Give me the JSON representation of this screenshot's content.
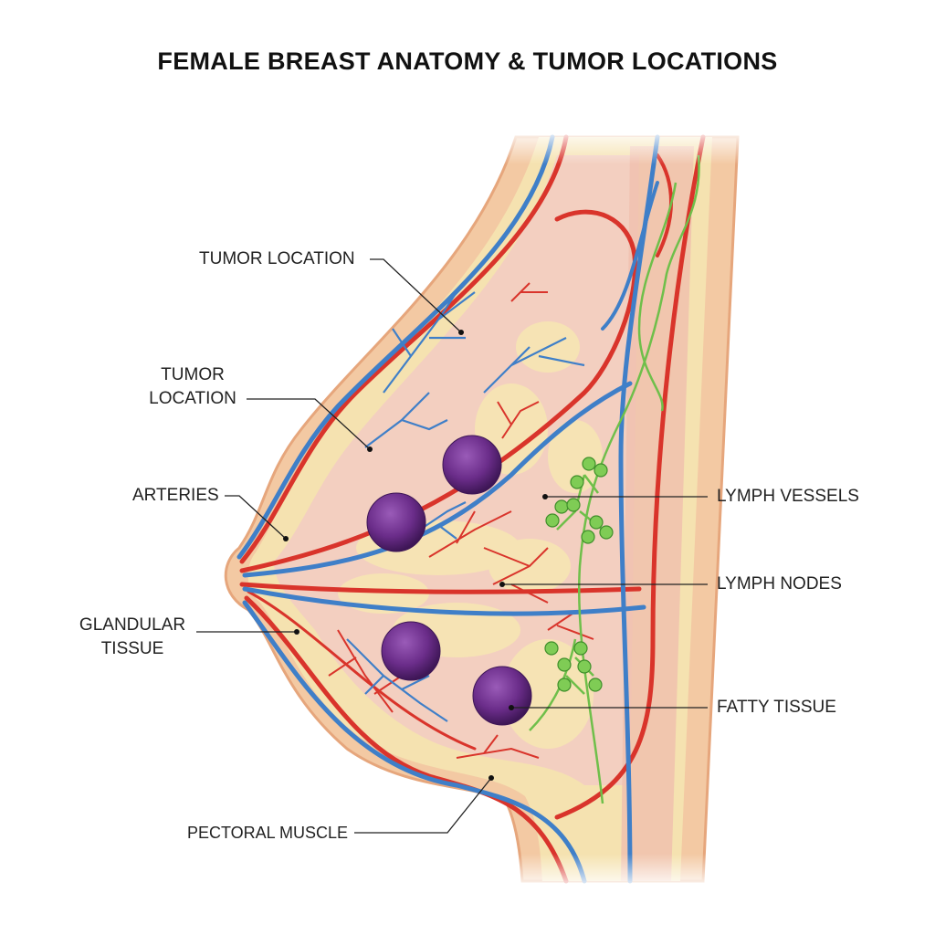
{
  "title": "FEMALE BREAST ANATOMY & TUMOR LOCATIONS",
  "labels": {
    "tumor_location_1": "TUMOR LOCATION",
    "tumor_location_2_line1": "TUMOR",
    "tumor_location_2_line2": "LOCATION",
    "arteries": "ARTERIES",
    "glandular_line1": "GLANDULAR",
    "glandular_line2": "TISSUE",
    "pectoral_muscle": "PECTORAL MUSCLE",
    "lymph_vessels": "LYMPH VESSELS",
    "lymph_nodes": "LYMPH NODES",
    "fatty_tissue": "FATTY TISSUE"
  },
  "colors": {
    "skin": "#f3c9a3",
    "fat": "#f5e2b0",
    "gland": "#f3cfc0",
    "artery": "#d9342b",
    "vein": "#3f7fc8",
    "lymph": "#6fbf4a",
    "tumor": "#6b2d8a"
  }
}
